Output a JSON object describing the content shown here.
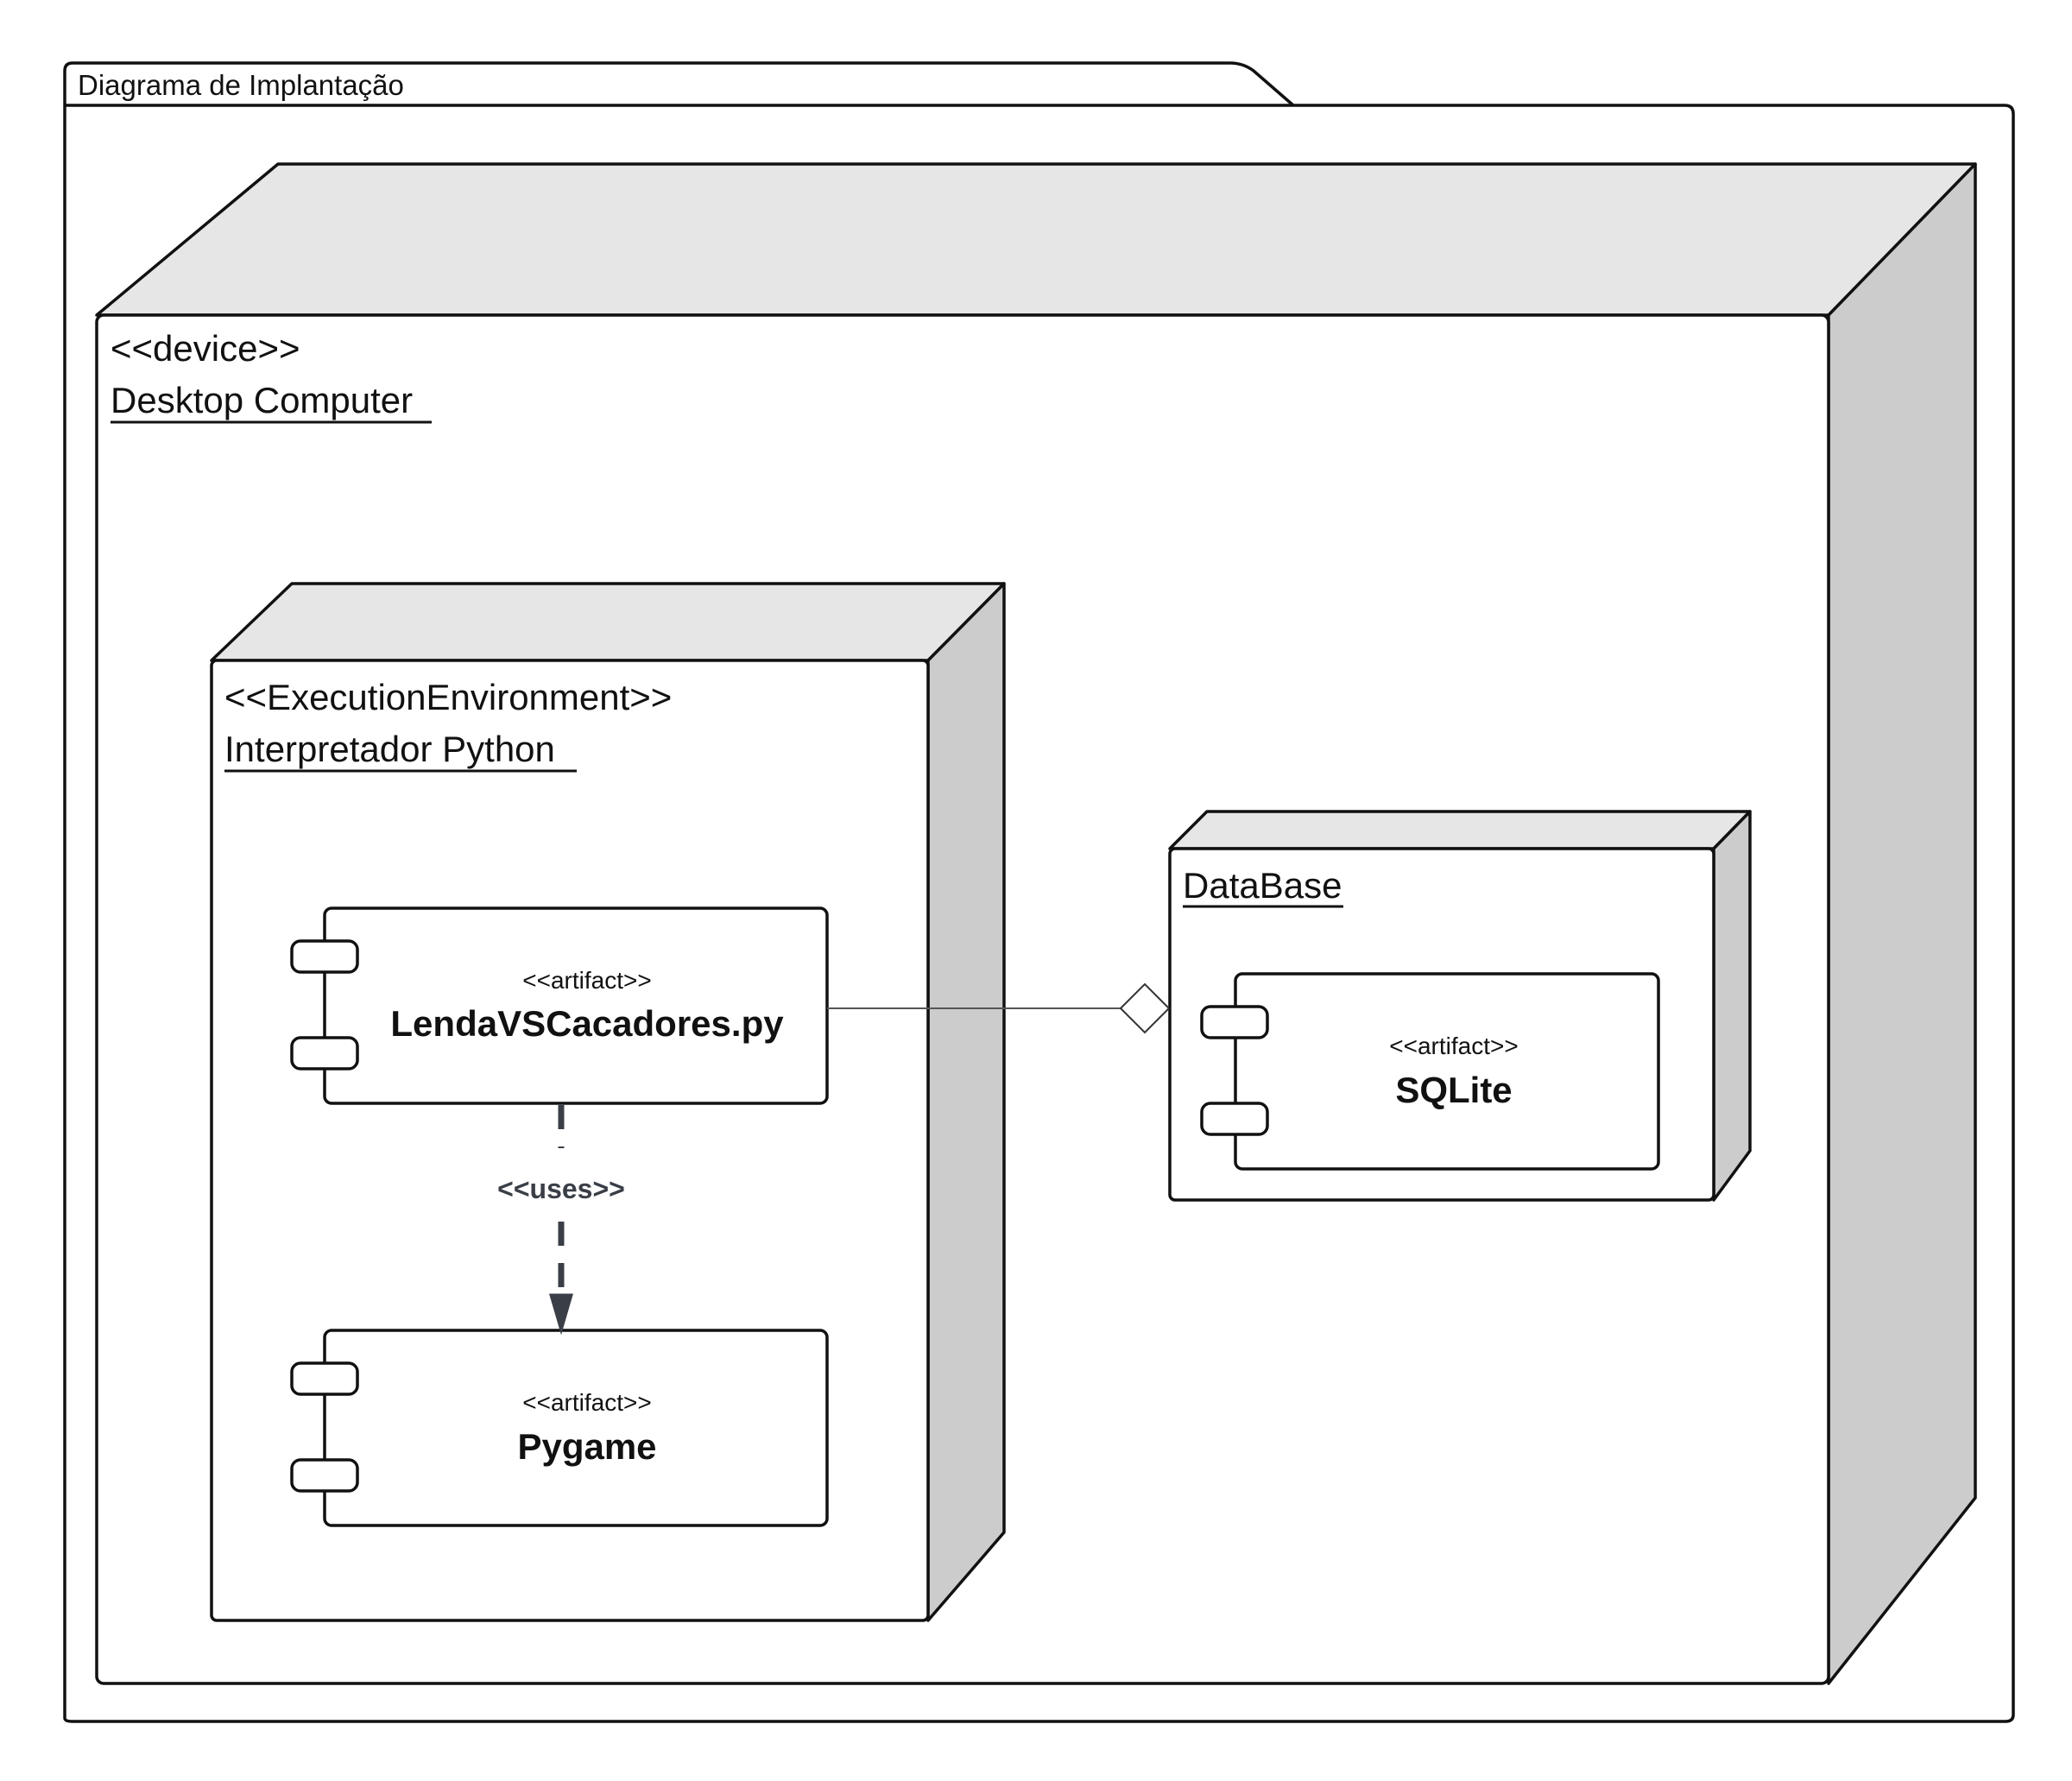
{
  "frame": {
    "title": "Diagrama de Implantação"
  },
  "device": {
    "stereotype": "<<device>>",
    "name": "Desktop Computer"
  },
  "execution_environment": {
    "stereotype": "<<ExecutionEnvironment>>",
    "name": "Interpretador Python"
  },
  "database_node": {
    "name": "DataBase"
  },
  "artifacts": [
    {
      "stereotype": "<<artifact>>",
      "name": "LendaVSCacadores.py"
    },
    {
      "stereotype": "<<artifact>>",
      "name": "Pygame"
    },
    {
      "stereotype": "<<artifact>>",
      "name": "SQLite"
    }
  ],
  "relations": [
    {
      "type": "dependency",
      "label": "<<uses>>",
      "from": "LendaVSCacadores.py",
      "to": "Pygame"
    },
    {
      "type": "aggregation",
      "label": "",
      "from": "LendaVSCacadores.py",
      "to": "DataBase"
    }
  ],
  "colors": {
    "line": "#111111",
    "node_top": "#e6e6e6",
    "node_side": "#cccccc",
    "dependency": "#3a3f47"
  }
}
